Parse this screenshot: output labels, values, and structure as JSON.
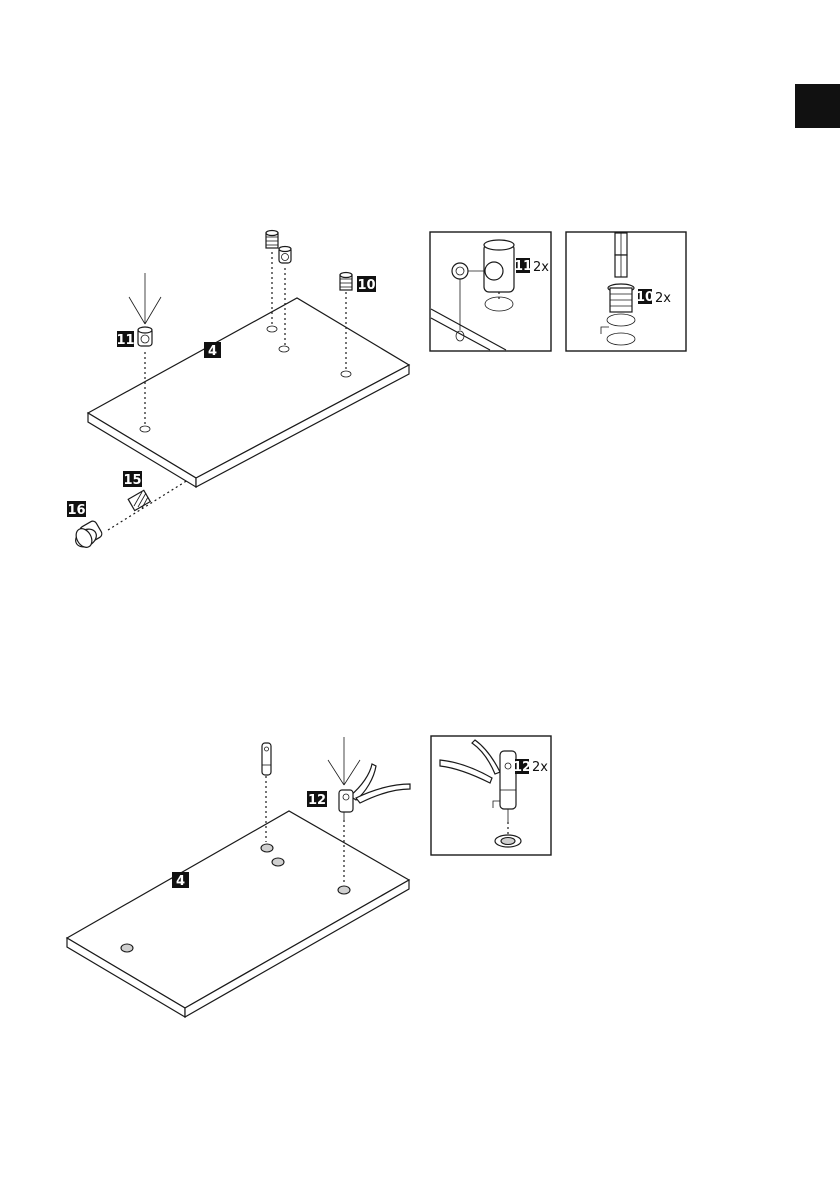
{
  "page_tab": {
    "color": "#111111"
  },
  "step1": {
    "labels": {
      "bracket": "11",
      "board": "4",
      "insert": "10",
      "screw": "15",
      "knob": "16"
    },
    "detail_a": {
      "label": "11",
      "qty": "2x"
    },
    "detail_b": {
      "label": "10",
      "qty": "2x"
    }
  },
  "step2": {
    "labels": {
      "tool": "12",
      "board": "4"
    },
    "detail": {
      "label": "12",
      "qty": "2x"
    }
  }
}
